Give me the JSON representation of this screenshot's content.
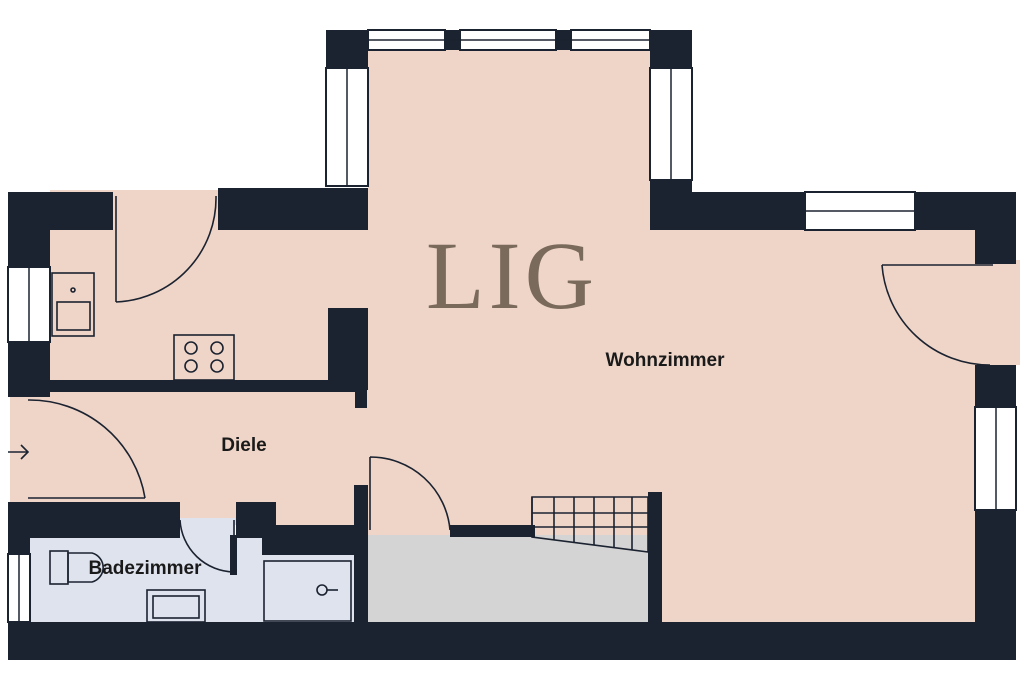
{
  "logo": {
    "text": "LIG",
    "color": "#7a6a5c"
  },
  "rooms": {
    "wohnzimmer": "Wohnzimmer",
    "diele": "Diele",
    "badezimmer": "Badezimmer"
  },
  "colors": {
    "wall": "#1b2230",
    "floor": "#efd5c8",
    "bath": "#dfe3ee",
    "storage": "#d4d4d4",
    "window": "#ffffff"
  },
  "icons": [
    "entrance-arrow-icon",
    "stove-icon",
    "sink-icon",
    "shower-icon",
    "toilet-icon",
    "washbasin-icon",
    "stairs-icon"
  ]
}
